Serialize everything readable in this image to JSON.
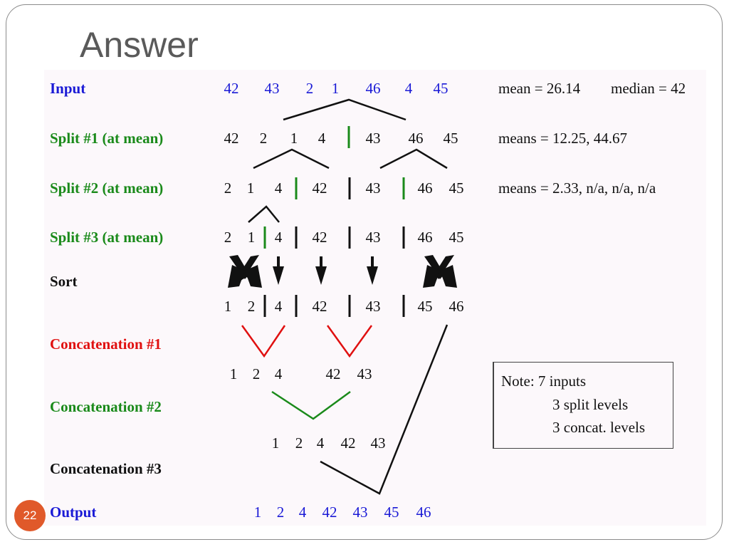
{
  "slide": {
    "title": "Answer",
    "page_number": "22"
  },
  "colors": {
    "blue": "#1a1ad6",
    "green": "#1a8a1a",
    "red": "#e01010",
    "black": "#111111",
    "badge": "#e0592a"
  },
  "rows": {
    "input": {
      "label": "Input",
      "values": [
        "42",
        "43",
        "2",
        "1",
        "46",
        "4",
        "45"
      ]
    },
    "split1": {
      "label": "Split #1   (at mean)",
      "values": [
        "42",
        "2",
        "1",
        "4",
        "43",
        "46",
        "45"
      ]
    },
    "split2": {
      "label": "Split #2  (at mean)",
      "values": [
        "2",
        "1",
        "4",
        "42",
        "43",
        "46",
        "45"
      ]
    },
    "split3": {
      "label": "Split #3  (at mean)",
      "values": [
        "2",
        "1",
        "4",
        "42",
        "43",
        "46",
        "45"
      ]
    },
    "sort": {
      "label": "Sort",
      "values": [
        "1",
        "2",
        "4",
        "42",
        "43",
        "45",
        "46"
      ]
    },
    "concat1": {
      "label": "Concatenation #1",
      "values": [
        "1",
        "2",
        "4",
        "42",
        "43"
      ]
    },
    "concat2": {
      "label": "Concatenation #2",
      "values": [
        "1",
        "2",
        "4",
        "42",
        "43"
      ]
    },
    "concat3": {
      "label": "Concatenation #3"
    },
    "output": {
      "label": "Output",
      "values": [
        "1",
        "2",
        "4",
        "42",
        "43",
        "45",
        "46"
      ]
    }
  },
  "stats": {
    "input_mean": "mean = 26.14",
    "input_median": "median = 42",
    "split1_means": "means = 12.25, 44.67",
    "split2_means": "means = 2.33, n/a,  n/a,  n/a"
  },
  "note": {
    "line1": "Note:   7 inputs",
    "line2": "3 split levels",
    "line3": "3 concat. levels"
  }
}
